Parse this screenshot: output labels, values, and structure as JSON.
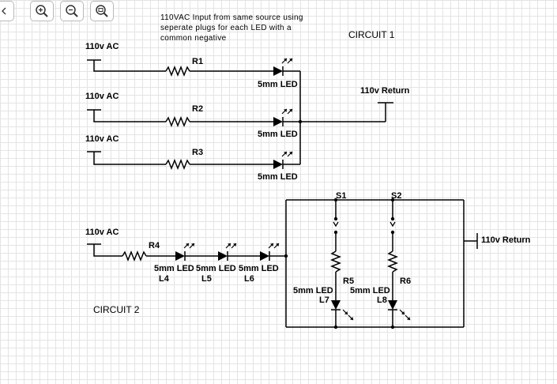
{
  "toolbar": {
    "back_icon": "chevron-left-icon",
    "zoom_in_icon": "zoom-in-icon",
    "zoom_out_icon": "zoom-out-icon",
    "zoom_fit_icon": "zoom-fit-icon"
  },
  "note": {
    "line1": "110VAC Input from same source using",
    "line2": "seperate plugs for each LED with a",
    "line3": "common negative"
  },
  "circuit1": {
    "title": "CIRCUIT 1",
    "ac1": "110v AC",
    "ac2": "110v AC",
    "ac3": "110v AC",
    "r1": "R1",
    "r2": "R2",
    "r3": "R3",
    "led1": "5mm LED",
    "led2": "5mm LED",
    "led3": "5mm LED",
    "return": "110v Return"
  },
  "circuit2": {
    "title": "CIRCUIT 2",
    "ac": "110v AC",
    "r4": "R4",
    "led4_type": "5mm LED",
    "led4": "L4",
    "led5_type": "5mm LED",
    "led5": "L5",
    "led6_type": "5mm LED",
    "led6": "L6",
    "s1": "S1",
    "s2": "S2",
    "r5": "R5",
    "r6": "R6",
    "led7_type": "5mm LED",
    "led7": "L7",
    "led8_type": "5mm LED",
    "led8": "L8",
    "return": "110v Return"
  },
  "colors": {
    "wire": "#000000",
    "grid": "#e4e4e4",
    "button_border": "#b9b9b9"
  }
}
